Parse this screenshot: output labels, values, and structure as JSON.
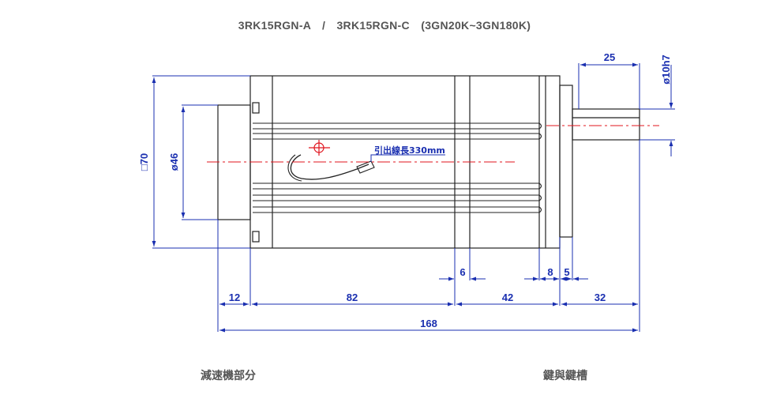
{
  "title": "3RK15RGN-A　/　3RK15RGN-C　(3GN20K~3GN180K)",
  "captions": {
    "left": "減速機部分",
    "right": "鍵與鍵槽"
  },
  "lead_note": "引出線長330mm",
  "dimensions": {
    "shaft_length": "25",
    "shaft_dia": "ø10h7",
    "body_square": "□70",
    "pilot_dia": "ø46",
    "d6": "6",
    "d8": "8",
    "d5": "5",
    "d12": "12",
    "d82": "82",
    "d42": "42",
    "d32": "32",
    "overall": "168"
  },
  "colors": {
    "outline": "#222222",
    "dimension": "#1a2fb0",
    "centerline": "#e0141e",
    "text": "#555555"
  }
}
